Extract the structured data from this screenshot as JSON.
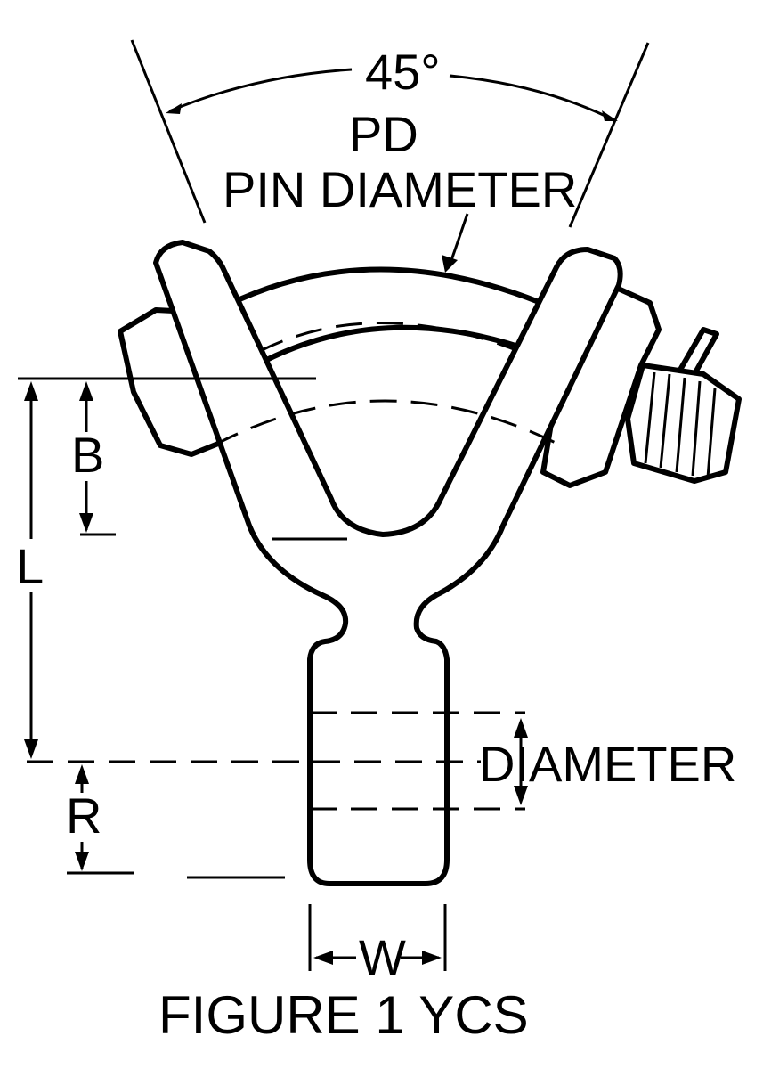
{
  "figure": {
    "angle_label": "45°",
    "pd_label": "PD",
    "pin_diameter_label": "PIN DIAMETER",
    "b_label": "B",
    "l_label": "L",
    "r_label": "R",
    "diameter_label": "DIAMETER",
    "w_label": "W",
    "caption": "FIGURE 1 YCS"
  }
}
